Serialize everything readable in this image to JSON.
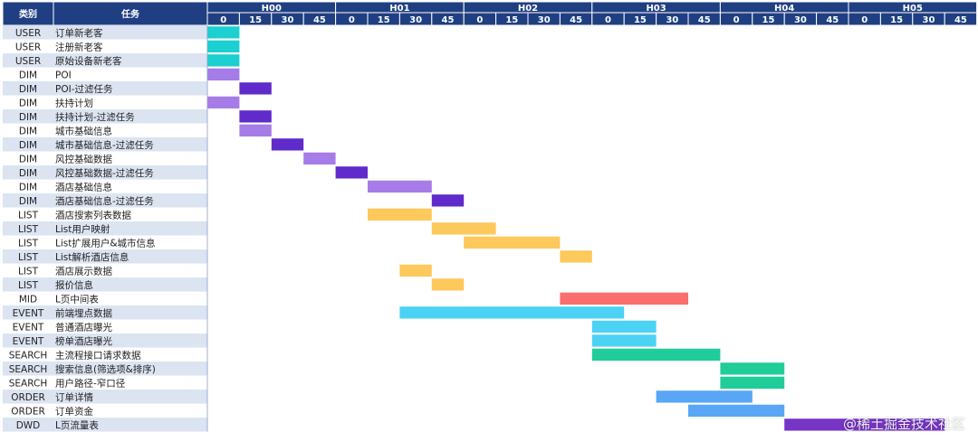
{
  "chart_data": {
    "type": "gantt",
    "header": {
      "category": "类别",
      "task": "任务"
    },
    "hours": [
      "H00",
      "H01",
      "H02",
      "H03",
      "H04",
      "H05"
    ],
    "minute_ticks": [
      "0",
      "15",
      "30",
      "45"
    ],
    "x_unit_minutes": 15,
    "xlim": [
      0,
      360
    ],
    "colors": {
      "teal": "#1ccfd0",
      "lavender": "#a57ce8",
      "purple": "#5f2bcb",
      "yellow": "#fdc85c",
      "red": "#fc6d6d",
      "cyan": "#4cd2f4",
      "green": "#20cc9a",
      "blue": "#58a6f5",
      "violet": "#7635c4"
    },
    "rows": [
      {
        "category": "USER",
        "task": "订单新老客",
        "start": 0,
        "end": 15,
        "color": "#1ccfd0"
      },
      {
        "category": "USER",
        "task": "注册新老客",
        "start": 0,
        "end": 15,
        "color": "#1ccfd0"
      },
      {
        "category": "USER",
        "task": "原始设备新老客",
        "start": 0,
        "end": 15,
        "color": "#1ccfd0"
      },
      {
        "category": "DIM",
        "task": "POI",
        "start": 0,
        "end": 15,
        "color": "#a57ce8"
      },
      {
        "category": "DIM",
        "task": "POI-过滤任务",
        "start": 15,
        "end": 30,
        "color": "#5f2bcb"
      },
      {
        "category": "DIM",
        "task": "扶持计划",
        "start": 0,
        "end": 15,
        "color": "#a57ce8"
      },
      {
        "category": "DIM",
        "task": "扶持计划-过滤任务",
        "start": 15,
        "end": 30,
        "color": "#5f2bcb"
      },
      {
        "category": "DIM",
        "task": "城市基础信息",
        "start": 15,
        "end": 30,
        "color": "#a57ce8"
      },
      {
        "category": "DIM",
        "task": "城市基础信息-过滤任务",
        "start": 30,
        "end": 45,
        "color": "#5f2bcb"
      },
      {
        "category": "DIM",
        "task": "风控基础数据",
        "start": 45,
        "end": 60,
        "color": "#a57ce8"
      },
      {
        "category": "DIM",
        "task": "风控基础数据-过滤任务",
        "start": 60,
        "end": 75,
        "color": "#5f2bcb"
      },
      {
        "category": "DIM",
        "task": "酒店基础信息",
        "start": 75,
        "end": 105,
        "color": "#a57ce8"
      },
      {
        "category": "DIM",
        "task": "酒店基础信息-过滤任务",
        "start": 105,
        "end": 120,
        "color": "#5f2bcb"
      },
      {
        "category": "LIST",
        "task": "酒店搜索列表数据",
        "start": 75,
        "end": 105,
        "color": "#fdc85c"
      },
      {
        "category": "LIST",
        "task": "List用户映射",
        "start": 105,
        "end": 135,
        "color": "#fdc85c"
      },
      {
        "category": "LIST",
        "task": "List扩展用户&城市信息",
        "start": 120,
        "end": 165,
        "color": "#fdc85c"
      },
      {
        "category": "LIST",
        "task": "List解析酒店信息",
        "start": 165,
        "end": 180,
        "color": "#fdc85c"
      },
      {
        "category": "LIST",
        "task": "酒店展示数据",
        "start": 90,
        "end": 105,
        "color": "#fdc85c"
      },
      {
        "category": "LIST",
        "task": "报价信息",
        "start": 105,
        "end": 120,
        "color": "#fdc85c"
      },
      {
        "category": "MID",
        "task": "L页中间表",
        "start": 165,
        "end": 225,
        "color": "#fc6d6d"
      },
      {
        "category": "EVENT",
        "task": "前端埋点数据",
        "start": 90,
        "end": 195,
        "color": "#4cd2f4"
      },
      {
        "category": "EVENT",
        "task": "普通酒店曝光",
        "start": 180,
        "end": 210,
        "color": "#4cd2f4"
      },
      {
        "category": "EVENT",
        "task": "榜单酒店曝光",
        "start": 180,
        "end": 210,
        "color": "#4cd2f4"
      },
      {
        "category": "SEARCH",
        "task": "主流程接口请求数据",
        "start": 180,
        "end": 240,
        "color": "#20cc9a"
      },
      {
        "category": "SEARCH",
        "task": "搜索信息(筛选项&排序)",
        "start": 240,
        "end": 270,
        "color": "#20cc9a"
      },
      {
        "category": "SEARCH",
        "task": "用户路径-窄口径",
        "start": 240,
        "end": 270,
        "color": "#20cc9a"
      },
      {
        "category": "ORDER",
        "task": "订单详情",
        "start": 210,
        "end": 255,
        "color": "#58a6f5"
      },
      {
        "category": "ORDER",
        "task": "订单资金",
        "start": 225,
        "end": 270,
        "color": "#58a6f5"
      },
      {
        "category": "DWD",
        "task": "L页流量表",
        "start": 270,
        "end": 345,
        "color": "#7635c4"
      }
    ]
  },
  "watermark": "@稀土掘金技术社区"
}
